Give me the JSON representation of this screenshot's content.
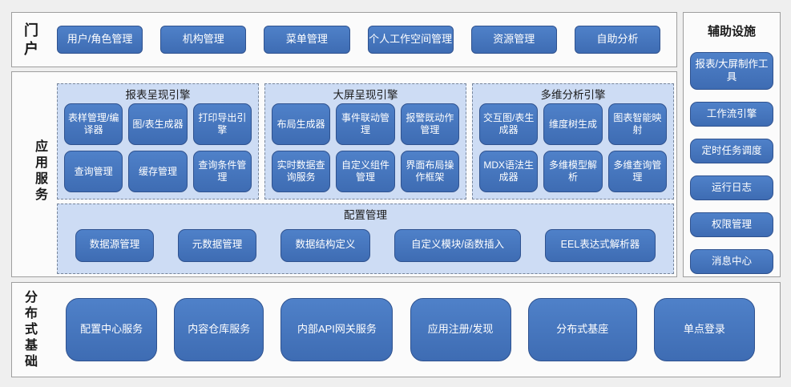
{
  "colors": {
    "node_fill": "#4472C4",
    "node_border": "#2F528F",
    "node_text": "#FFFFFF",
    "section_bg": "#CDDCF4",
    "section_dash_border": "#76859B",
    "panel_bg": "#FBFBFB",
    "panel_border": "#9E9E9E",
    "page_bg": "#EFEFEF",
    "label_text": "#1A1A1A"
  },
  "portal": {
    "label": "门户",
    "items": [
      "用户/角色管理",
      "机构管理",
      "菜单管理",
      "个人工作空间管理",
      "资源管理",
      "自助分析"
    ]
  },
  "app_services": {
    "label": "应用服务",
    "engines": [
      {
        "title": "报表呈现引擎",
        "items": [
          "表样管理/编译器",
          "图/表生成器",
          "打印导出引擎",
          "查询管理",
          "缓存管理",
          "查询条件管理"
        ]
      },
      {
        "title": "大屏呈现引擎",
        "items": [
          "布局生成器",
          "事件联动管理",
          "报警既动作管理",
          "实时数据查询服务",
          "自定义组件管理",
          "界面布局操作框架"
        ]
      },
      {
        "title": "多维分析引擎",
        "items": [
          "交互图/表生成器",
          "维度树生成",
          "图表智能映射",
          "MDX语法生成器",
          "多维模型解析",
          "多维查询管理"
        ]
      }
    ],
    "config": {
      "title": "配置管理",
      "items": [
        "数据源管理",
        "元数据管理",
        "数据结构定义",
        "自定义模块/函数插入",
        "EEL表达式解析器"
      ]
    }
  },
  "auxiliary": {
    "title": "辅助设施",
    "items": [
      "报表/大屏制作工具",
      "工作流引擎",
      "定时任务调度",
      "运行日志",
      "权限管理",
      "消息中心"
    ]
  },
  "distributed": {
    "label": "分布式基础",
    "items": [
      "配置中心服务",
      "内容仓库服务",
      "内部API网关服务",
      "应用注册/发现",
      "分布式基座",
      "单点登录"
    ]
  }
}
